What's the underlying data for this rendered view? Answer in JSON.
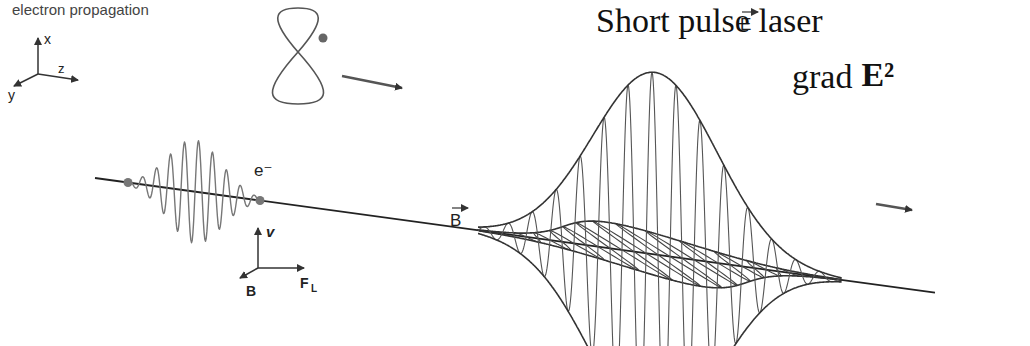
{
  "diagram": {
    "labels": [
      "electron propagation",
      "x",
      "y",
      "z",
      "e⁻",
      "v",
      "B",
      "F",
      "L",
      "E",
      "B",
      "Short pulse laser",
      "grad",
      "E²"
    ]
  }
}
